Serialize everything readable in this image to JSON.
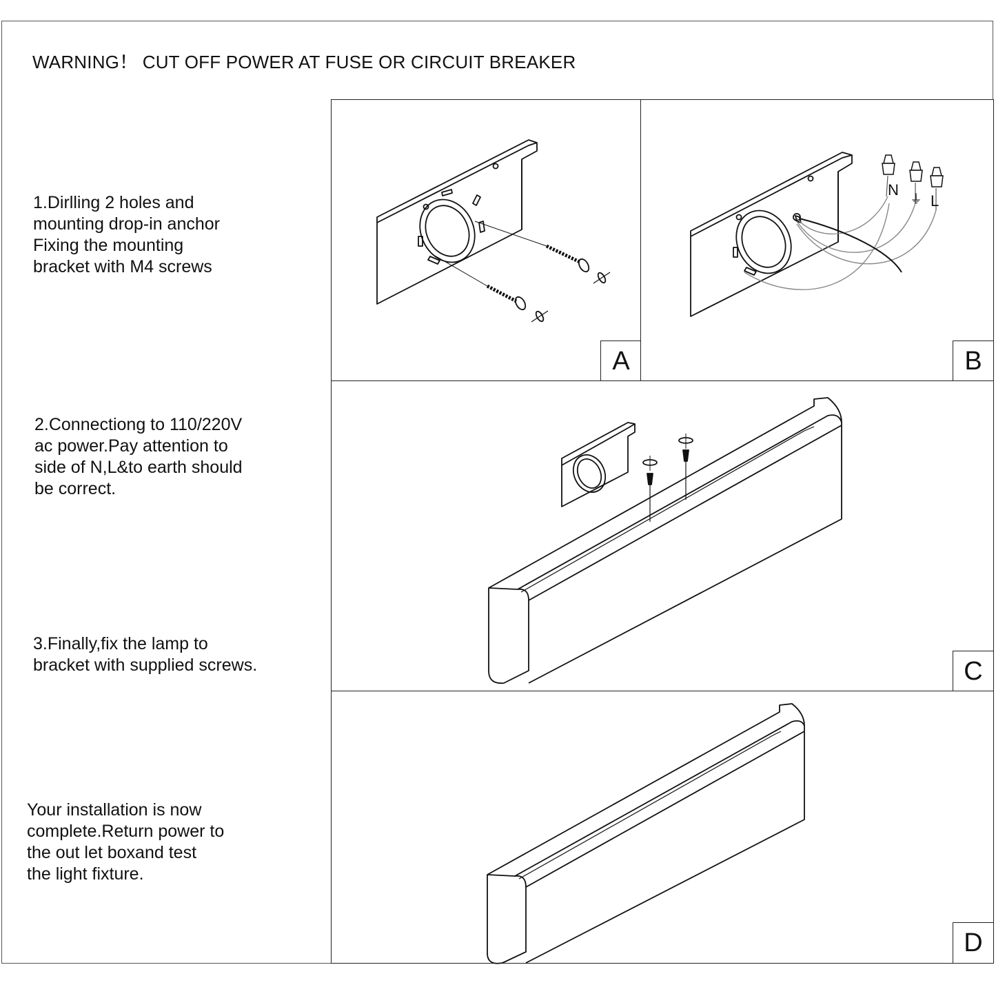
{
  "warning": "WARNING！ CUT OFF POWER AT FUSE OR CIRCUIT BREAKER",
  "steps": {
    "step1": [
      "1.Dirlling 2 holes and",
      "mounting drop-in anchor",
      "Fixing the mounting",
      "bracket with M4 screws"
    ],
    "step2": [
      "2.Connectiong to 110/220V",
      "ac power.Pay attention to",
      "side of N,L&to earth should",
      "be correct."
    ],
    "step3": [
      "3.Finally,fix the lamp to",
      "bracket with supplied screws."
    ],
    "step4": [
      "Your installation is now",
      "complete.Return power to",
      "the out let boxand test",
      "the light fixture."
    ]
  },
  "panels": {
    "a": {
      "letter": "A"
    },
    "b": {
      "letter": "B",
      "wire_labels": [
        "N",
        "⏚",
        "L"
      ]
    },
    "c": {
      "letter": "C"
    },
    "d": {
      "letter": "D"
    }
  }
}
